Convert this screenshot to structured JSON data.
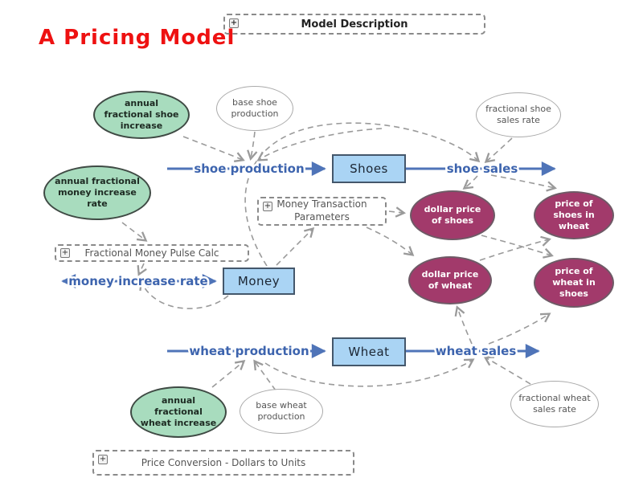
{
  "title": "A Pricing Model",
  "icons": {
    "expand": "+"
  },
  "colors": {
    "title_red": "#ee1111",
    "flow_blue": "#4f74b8",
    "stock_fill": "#aad4f4",
    "green_fill": "#a8dcbe",
    "maroon_fill": "#a23a6b",
    "connector_gray": "#9a9a9a"
  },
  "groups": {
    "model_description": "Model Description",
    "money_transaction_parameters": "Money Transaction Parameters",
    "fractional_money_pulse_calc": "Fractional Money Pulse Calc",
    "price_conversion": "Price Conversion - Dollars to Units"
  },
  "stocks": {
    "shoes": "Shoes",
    "money": "Money",
    "wheat": "Wheat"
  },
  "flows": {
    "shoe_production": "shoe production",
    "shoe_sales": "shoe sales",
    "money_increase_rate": "money increase rate",
    "wheat_production": "wheat production",
    "wheat_sales": "wheat sales"
  },
  "converters": {
    "annual_fractional_shoe_increase": "annual fractional shoe increase",
    "base_shoe_production": "base shoe production",
    "fractional_shoe_sales_rate": "fractional shoe sales rate",
    "annual_fractional_money_increase_rate": "annual fractional money increase rate",
    "annual_fractional_wheat_increase": "annual fractional wheat increase",
    "base_wheat_production": "base wheat production",
    "fractional_wheat_sales_rate": "fractional wheat sales rate",
    "dollar_price_of_shoes": "dollar price of shoes",
    "dollar_price_of_wheat": "dollar price of wheat",
    "price_of_shoes_in_wheat": "price of shoes in wheat",
    "price_of_wheat_in_shoes": "price of wheat in shoes"
  }
}
